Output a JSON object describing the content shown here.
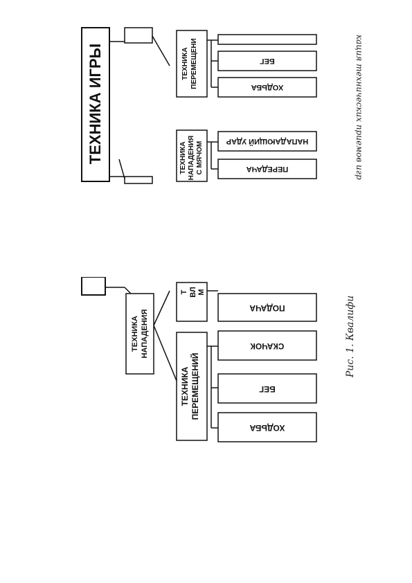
{
  "top": {
    "title": "ТЕХНИКА ИГРЫ",
    "group_movement": [
      "ТЕХНИКА",
      "ПЕРЕМЕЩЕНИ"
    ],
    "group_attack_ball": [
      "ТЕХНИКА",
      "НАПАДЕНИЯ",
      "С МЯЧОМ"
    ],
    "leaf_walking": "ХОДЬБА",
    "leaf_running": "БЕГ",
    "leaf_attack_hit": "НАПАДАЮЩИЙ УДАР",
    "leaf_pass": "ПЕРЕДАЧА",
    "caption": "кация технических приемов игр"
  },
  "bottom": {
    "group_attack": [
      "ТЕХНИКА",
      "НАПАДЕНИЯ"
    ],
    "group_movement": [
      "ТЕХНИКА",
      "ПЕРЕМЕЩЕНИЙ"
    ],
    "group_partial": [
      "Т",
      "ВЛ",
      "М"
    ],
    "leaf_walking": "ХОДЬБА",
    "leaf_running": "БЕГ",
    "leaf_jump": "СКАЧОК",
    "leaf_serve": "ПОДАЧА",
    "caption": "Рис. 1. Квалифи"
  }
}
